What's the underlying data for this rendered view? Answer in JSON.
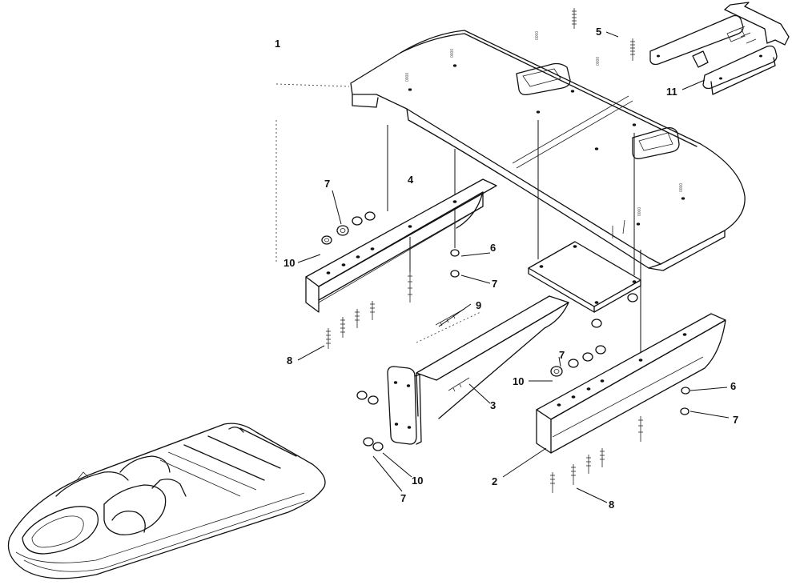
{
  "callouts": {
    "c1": "1",
    "c2": "2",
    "c3": "3",
    "c4": "4",
    "c5": "5",
    "c6a": "6",
    "c6b": "6",
    "c7a": "7",
    "c7b": "7",
    "c7c": "7",
    "c7d": "7",
    "c7e": "7",
    "c8a": "8",
    "c8b": "8",
    "c9": "9",
    "c10a": "10",
    "c10b": "10",
    "c10c": "10",
    "c11": "11"
  }
}
